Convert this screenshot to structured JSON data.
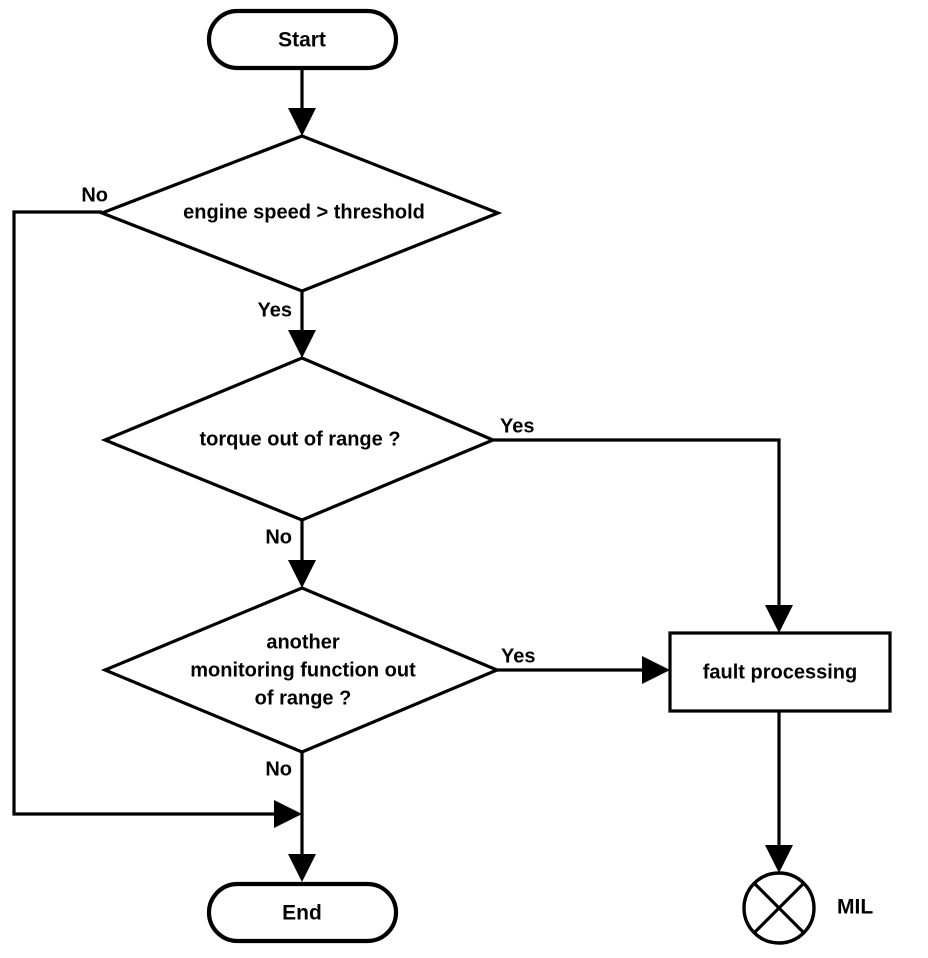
{
  "diagram": {
    "type": "flowchart",
    "title": "engine monitoring fault detection flowchart",
    "background_color": "#ffffff",
    "line_color": "#000000"
  },
  "nodes": {
    "start": {
      "label": "Start",
      "shape": "terminator"
    },
    "decision_speed": {
      "label": "engine speed > threshold",
      "shape": "diamond"
    },
    "decision_torque": {
      "label": "torque out of range ?",
      "shape": "diamond"
    },
    "decision_other": {
      "line1": "another",
      "line2": "monitoring function out",
      "line3": "of range ?",
      "shape": "diamond"
    },
    "fault_processing": {
      "label": "fault processing",
      "shape": "process"
    },
    "end": {
      "label": "End",
      "shape": "terminator"
    },
    "mil": {
      "label": "MIL",
      "shape": "circle-cross"
    }
  },
  "edge_labels": {
    "speed_no": "No",
    "speed_yes": "Yes",
    "torque_yes": "Yes",
    "torque_no": "No",
    "other_yes": "Yes",
    "other_no": "No"
  }
}
